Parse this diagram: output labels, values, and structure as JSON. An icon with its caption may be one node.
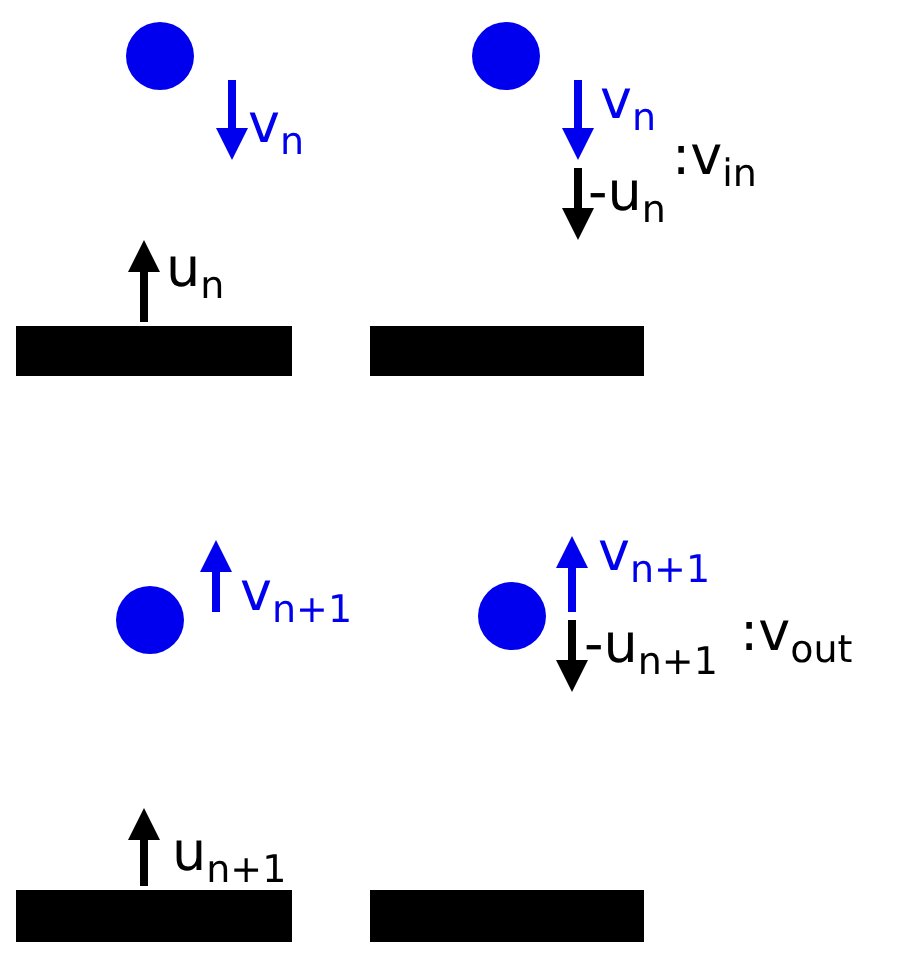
{
  "diagram": {
    "labels": [
      "v$_{n}$",
      "v$_{n}$",
      "-u$_{n}$",
      ":v$_{in}$",
      "u$_{n}$",
      "v$_{n+1}$",
      "v$_{n+1}$",
      "-u$_{n+1}$",
      ":v$_{out}$",
      "u$_{n+1}$"
    ]
  }
}
